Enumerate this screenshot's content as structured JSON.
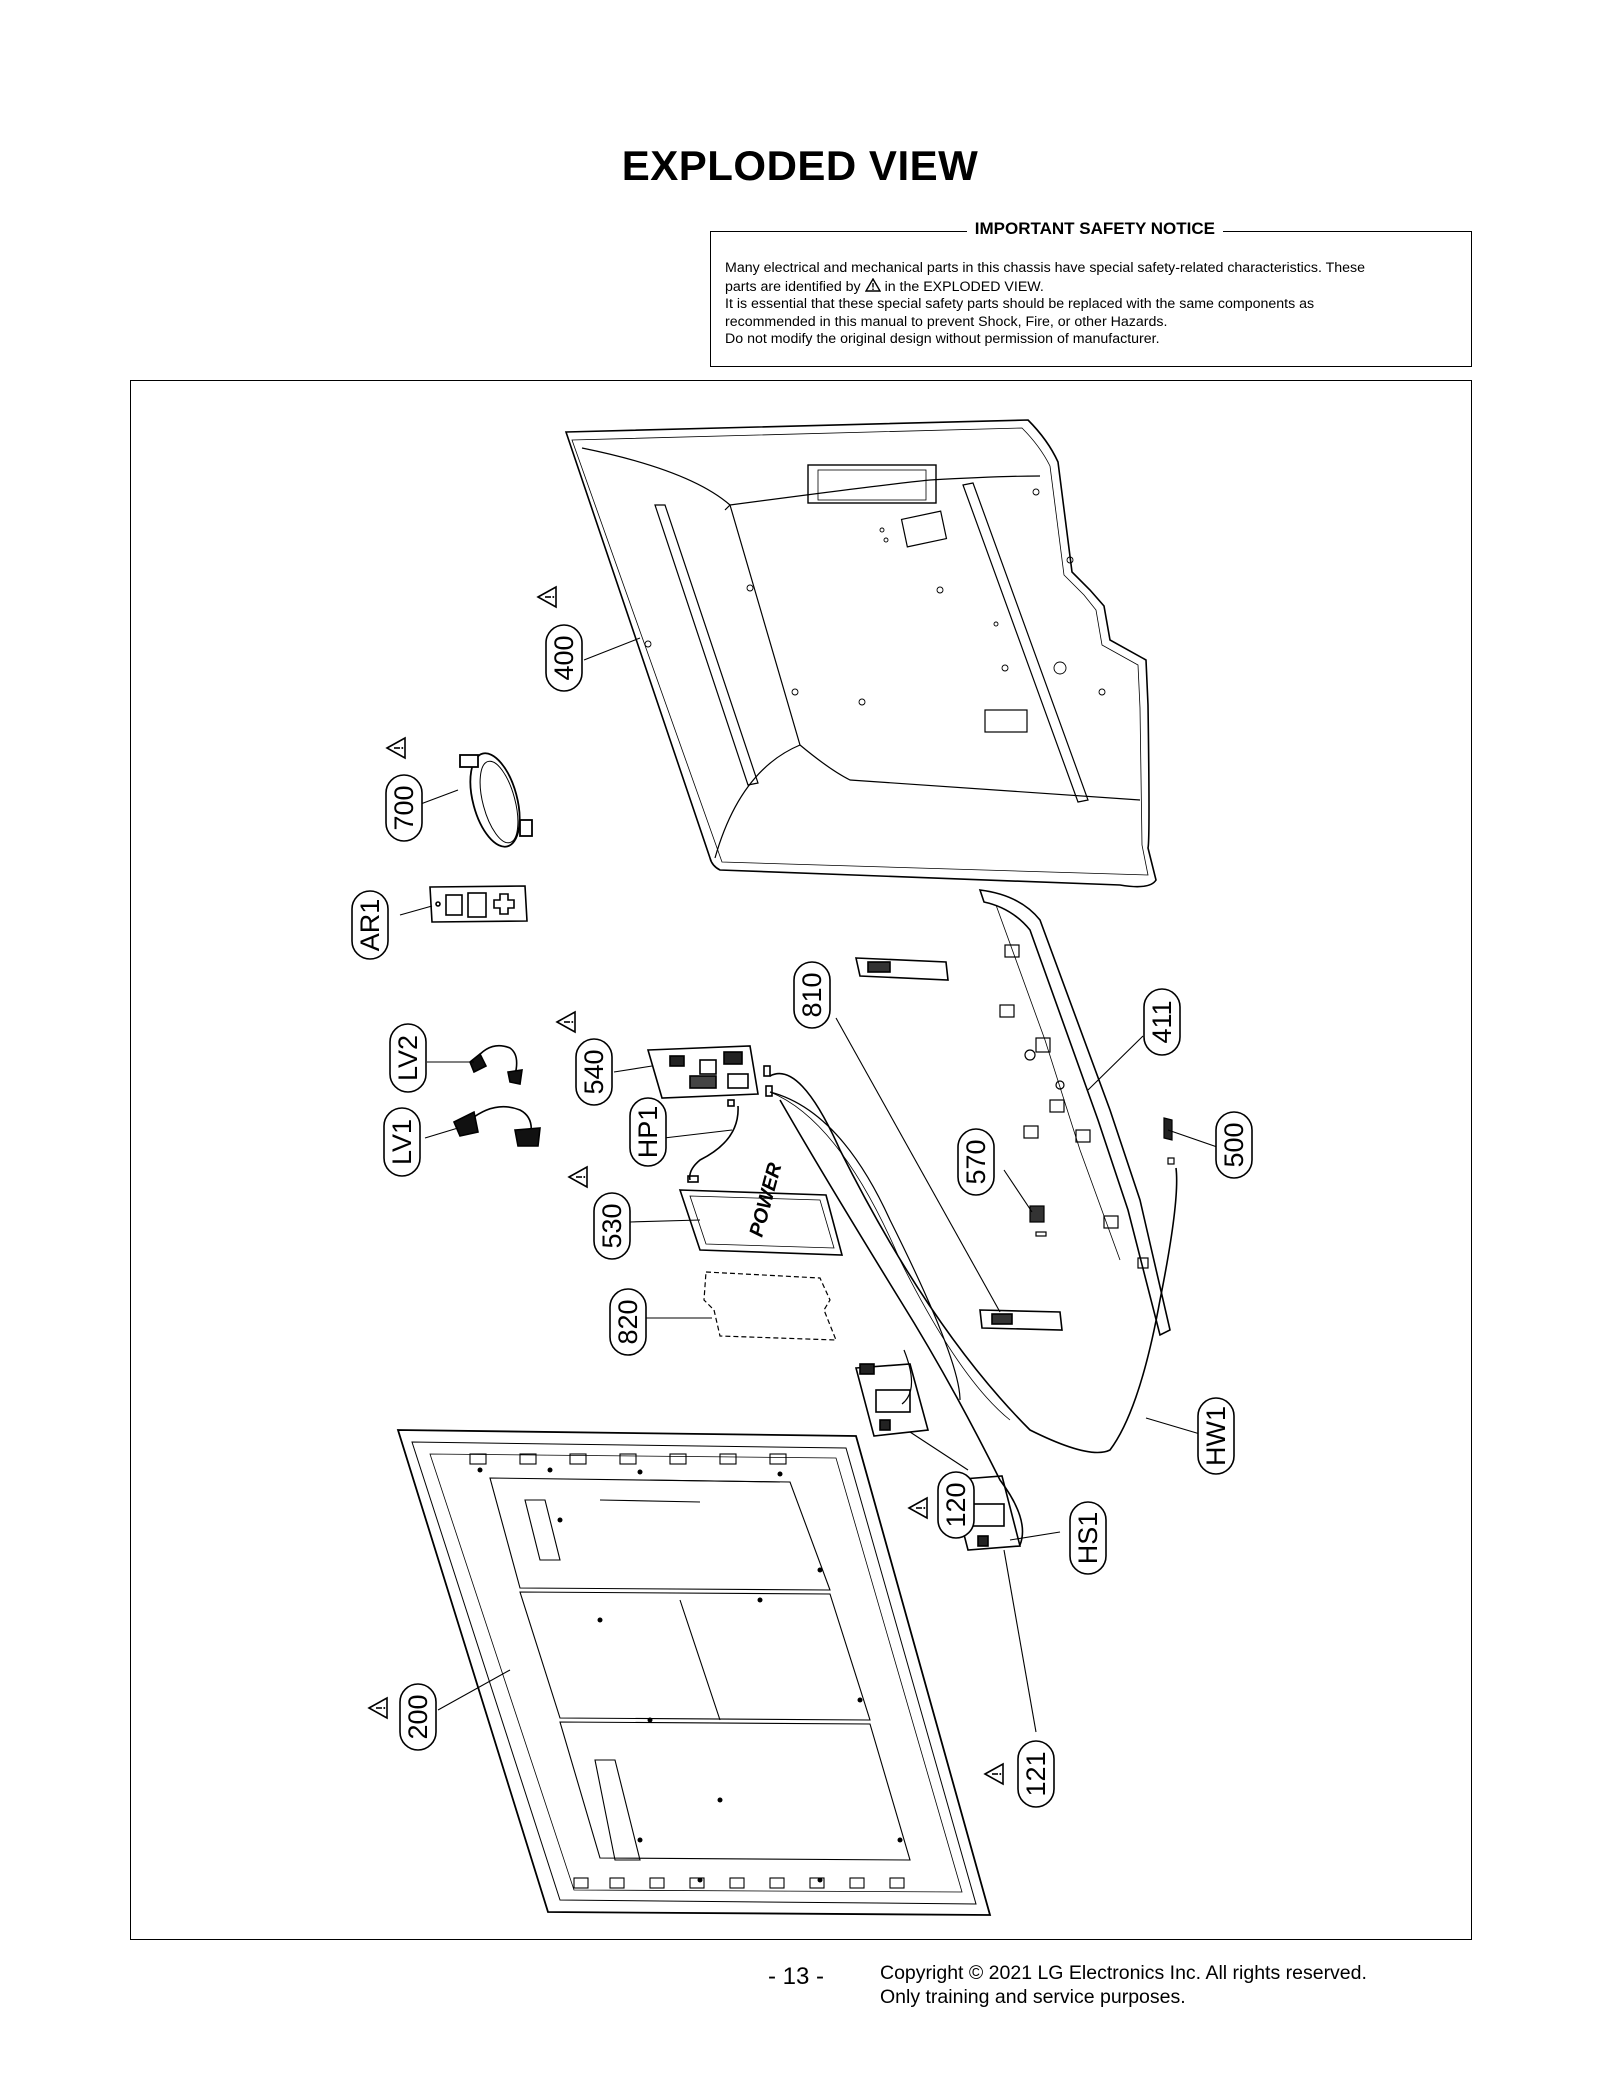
{
  "page": {
    "title": "EXPLODED VIEW",
    "page_number": "- 13 -",
    "copyright_line1": "Copyright © 2021 LG Electronics Inc. All rights reserved.",
    "copyright_line2": "Only training and service purposes."
  },
  "notice": {
    "title": "IMPORTANT SAFETY NOTICE",
    "line1": "Many electrical and mechanical parts in this chassis have special safety-related characteristics. These",
    "line2_pre": "parts are identified by",
    "line2_post": "in the EXPLODED VIEW.",
    "line3": "It is essential that these special safety parts should be replaced with the same components as",
    "line4": "recommended in this manual to prevent Shock, Fire, or other Hazards.",
    "line5": "Do not modify the original design without permission of manufacturer."
  },
  "parts": {
    "p400": "400",
    "p700": "700",
    "pAR1": "AR1",
    "pLV2": "LV2",
    "pLV1": "LV1",
    "p540": "540",
    "pHP1": "HP1",
    "p530": "530",
    "p820": "820",
    "p810": "810",
    "p570": "570",
    "p411": "411",
    "p500": "500",
    "pHW1": "HW1",
    "p120": "120",
    "pHS1": "HS1",
    "p121": "121",
    "p200": "200"
  },
  "board_labels": {
    "power": "POWER"
  }
}
